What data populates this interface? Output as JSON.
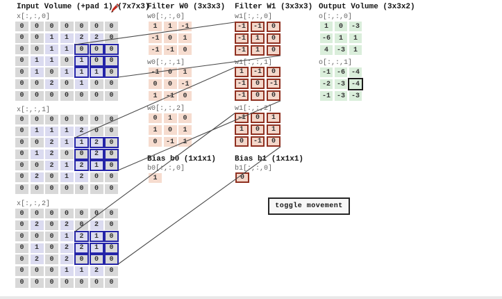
{
  "input": {
    "title": "Input Volume (+pad 1) (7x7x3)",
    "highlight": {
      "row": 2,
      "col": 4,
      "size": 3
    },
    "slices": [
      {
        "label": "x[:,:,0]",
        "rows": [
          [
            0,
            0,
            0,
            0,
            0,
            0,
            0
          ],
          [
            0,
            0,
            1,
            1,
            2,
            2,
            0
          ],
          [
            0,
            0,
            1,
            1,
            0,
            0,
            0
          ],
          [
            0,
            1,
            1,
            0,
            1,
            0,
            0
          ],
          [
            0,
            1,
            0,
            1,
            1,
            1,
            0
          ],
          [
            0,
            0,
            2,
            0,
            1,
            0,
            0
          ],
          [
            0,
            0,
            0,
            0,
            0,
            0,
            0
          ]
        ]
      },
      {
        "label": "x[:,:,1]",
        "rows": [
          [
            0,
            0,
            0,
            0,
            0,
            0,
            0
          ],
          [
            0,
            1,
            1,
            1,
            2,
            0,
            0
          ],
          [
            0,
            0,
            2,
            1,
            1,
            2,
            0
          ],
          [
            0,
            1,
            2,
            0,
            0,
            2,
            0
          ],
          [
            0,
            0,
            2,
            1,
            2,
            1,
            0
          ],
          [
            0,
            2,
            0,
            1,
            2,
            0,
            0
          ],
          [
            0,
            0,
            0,
            0,
            0,
            0,
            0
          ]
        ]
      },
      {
        "label": "x[:,:,2]",
        "rows": [
          [
            0,
            0,
            0,
            0,
            0,
            0,
            0
          ],
          [
            0,
            2,
            0,
            2,
            0,
            2,
            0
          ],
          [
            0,
            0,
            0,
            1,
            2,
            1,
            0
          ],
          [
            0,
            1,
            0,
            2,
            2,
            1,
            0
          ],
          [
            0,
            2,
            0,
            2,
            0,
            0,
            0
          ],
          [
            0,
            0,
            0,
            1,
            1,
            2,
            0
          ],
          [
            0,
            0,
            0,
            0,
            0,
            0,
            0
          ]
        ]
      }
    ]
  },
  "filter_w0": {
    "title": "Filter W0 (3x3x3)",
    "active": false,
    "slices": [
      {
        "label": "w0[:,:,0]",
        "rows": [
          [
            1,
            1,
            -1
          ],
          [
            -1,
            0,
            1
          ],
          [
            -1,
            -1,
            0
          ]
        ]
      },
      {
        "label": "w0[:,:,1]",
        "rows": [
          [
            -1,
            0,
            1
          ],
          [
            0,
            0,
            -1
          ],
          [
            1,
            -1,
            0
          ]
        ]
      },
      {
        "label": "w0[:,:,2]",
        "rows": [
          [
            0,
            1,
            0
          ],
          [
            1,
            0,
            1
          ],
          [
            0,
            -1,
            1
          ]
        ]
      }
    ],
    "bias": {
      "title": "Bias b0 (1x1x1)",
      "label": "b0[:,:,0]",
      "value": "1"
    }
  },
  "filter_w1": {
    "title": "Filter W1 (3x3x3)",
    "active": true,
    "slices": [
      {
        "label": "w1[:,:,0]",
        "rows": [
          [
            -1,
            -1,
            0
          ],
          [
            -1,
            1,
            0
          ],
          [
            -1,
            1,
            0
          ]
        ]
      },
      {
        "label": "w1[:,:,1]",
        "rows": [
          [
            1,
            -1,
            0
          ],
          [
            -1,
            0,
            -1
          ],
          [
            -1,
            0,
            0
          ]
        ]
      },
      {
        "label": "w1[:,:,2]",
        "rows": [
          [
            -1,
            0,
            1
          ],
          [
            1,
            0,
            1
          ],
          [
            0,
            -1,
            0
          ]
        ]
      }
    ],
    "bias": {
      "title": "Bias b1 (1x1x1)",
      "label": "b1[:,:,0]",
      "value": "0"
    }
  },
  "output": {
    "title": "Output Volume (3x3x2)",
    "highlight": {
      "slice": 1,
      "row": 1,
      "col": 2
    },
    "slices": [
      {
        "label": "o[:,:,0]",
        "rows": [
          [
            1,
            0,
            -3
          ],
          [
            -6,
            1,
            1
          ],
          [
            4,
            -3,
            1
          ]
        ]
      },
      {
        "label": "o[:,:,1]",
        "rows": [
          [
            -1,
            -6,
            -4
          ],
          [
            -2,
            -3,
            -4
          ],
          [
            -1,
            -3,
            -3
          ]
        ]
      }
    ]
  },
  "button": {
    "label": "toggle movement"
  },
  "icons": {
    "pencil": "red-pencil-icon"
  },
  "colors": {
    "input_zero_cell": "#d8d8d8",
    "input_value_cell": "#dbdbf0",
    "input_window_border": "#2424a8",
    "filter_cell": "#f6dccf",
    "active_filter_border": "#8f3020",
    "output_cell": "#daeedb",
    "output_highlight_border": "#1c1c1c",
    "connector_line": "#4a4a4a",
    "pencil_red": "#c5281c"
  }
}
